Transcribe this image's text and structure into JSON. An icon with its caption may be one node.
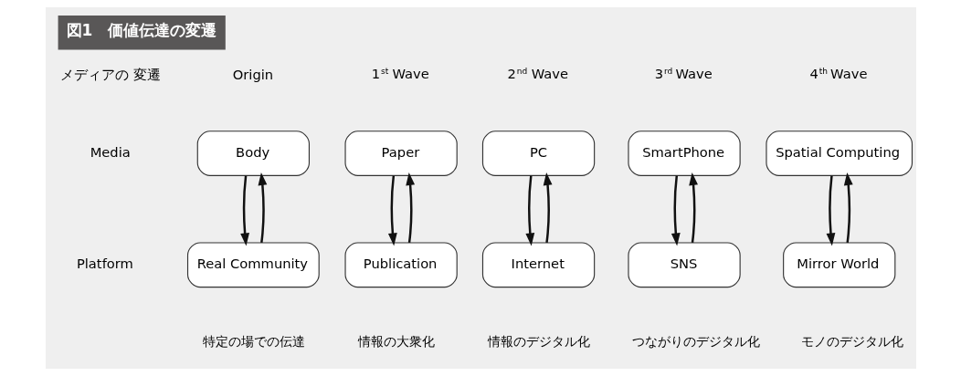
{
  "diagram": {
    "title": "図1　価値伝達の変遷",
    "nodes": [
      {
        "text": [
          "Body"
        ]
      },
      {
        "text": [
          "Paper"
        ]
      },
      {
        "text": [
          "PC"
        ]
      },
      {
        "text": [
          "SmartPhone"
        ]
      },
      {
        "text": [
          "Spatial Computing"
        ]
      },
      {
        "text": [
          "Real Community"
        ],
        "beside": [
          "特定の場での伝達"
        ]
      },
      {
        "text": [
          "Publication"
        ],
        "beside": [
          "情報の大衆化"
        ]
      },
      {
        "text": [
          "Internet"
        ],
        "beside": [
          "情報のデジタル化"
        ]
      },
      {
        "text": [
          "SNS"
        ],
        "beside": [
          "つながりのデジタル化"
        ]
      },
      {
        "text": [
          "Mirror World"
        ],
        "beside": [
          "モノのデジタル化"
        ]
      }
    ],
    "edges": [
      {
        "from": 0,
        "to": 5,
        "arrow": "to"
      },
      {
        "from": 5,
        "to": 0,
        "arrow": "to"
      },
      {
        "from": 1,
        "to": 6,
        "arrow": "to"
      },
      {
        "from": 6,
        "to": 1,
        "arrow": "to"
      },
      {
        "from": 2,
        "to": 7,
        "arrow": "to"
      },
      {
        "from": 7,
        "to": 2,
        "arrow": "to"
      },
      {
        "from": 3,
        "to": 8,
        "arrow": "to"
      },
      {
        "from": 8,
        "to": 3,
        "arrow": "to"
      },
      {
        "from": 4,
        "to": 9,
        "arrow": "to"
      },
      {
        "from": 9,
        "to": 4,
        "arrow": "to"
      }
    ],
    "labels": [
      "メディアの 変遷",
      "Origin",
      "1$^{st}$ Wave",
      "2$^{nd}$ Wave",
      "3$^{rd}$ Wave",
      "4$^{th}$ Wave",
      "Media",
      "Platform"
    ]
  }
}
